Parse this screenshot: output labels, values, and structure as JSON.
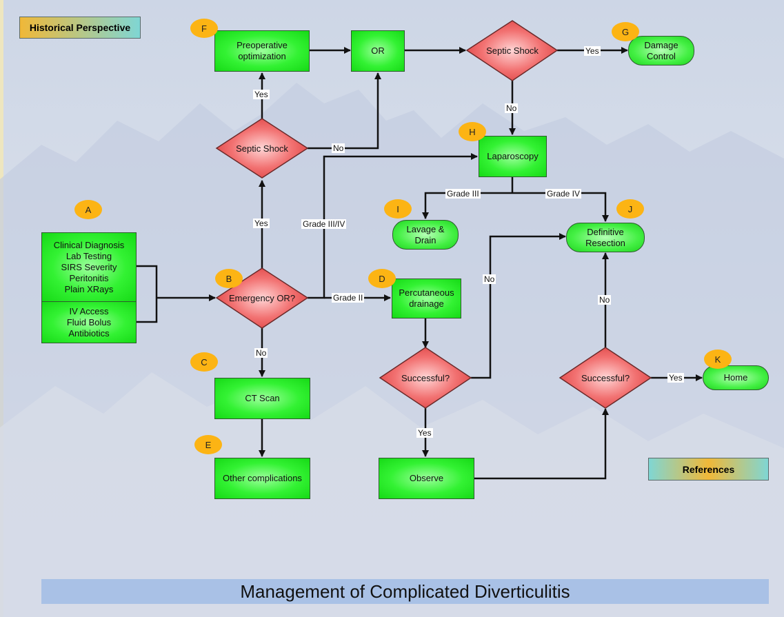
{
  "title": "Management of Complicated Diverticulitis",
  "buttons": {
    "historical": "Historical Perspective",
    "references": "References"
  },
  "nodes": {
    "clinical": [
      "Clinical Diagnosis",
      "Lab Testing",
      "SIRS Severity",
      "Peritonitis",
      "Plain XRays"
    ],
    "iv": [
      "IV Access",
      "Fluid Bolus",
      "Antibiotics"
    ],
    "emergency_or": "Emergency OR?",
    "septic_shock_left": "Septic Shock",
    "preop": [
      "Preoperative",
      "optimization"
    ],
    "or": "OR",
    "septic_shock_top": "Septic Shock",
    "damage_control": [
      "Damage",
      "Control"
    ],
    "laparoscopy": "Laparoscopy",
    "lavage_drain": [
      "Lavage &",
      "Drain"
    ],
    "definitive_resection": [
      "Definitive",
      "Resection"
    ],
    "perc_drainage": [
      "Percutaneous",
      "drainage"
    ],
    "successful_mid": "Successful?",
    "successful_right": "Successful?",
    "home": "Home",
    "ct_scan": "CT Scan",
    "other_comp": "Other complications",
    "observe": "Observe"
  },
  "badges": {
    "a": "A",
    "b": "B",
    "c": "C",
    "d": "D",
    "e": "E",
    "f": "F",
    "g": "G",
    "h": "H",
    "i": "I",
    "j": "J",
    "k": "K"
  },
  "edge_labels": {
    "yes_preop": "Yes",
    "yes_emerg": "Yes",
    "no_septic_left": "No",
    "grade34": "Grade III/IV",
    "grade2": "Grade II",
    "no_ct": "No",
    "yes_damage": "Yes",
    "no_septic_top": "No",
    "grade3": "Grade III",
    "grade4": "Grade IV",
    "no_success_mid": "No",
    "yes_observe": "Yes",
    "no_success_right": "No",
    "yes_home": "Yes"
  },
  "colors": {
    "box_green": "#33f233",
    "diamond_red": "#f06a6a",
    "badge": "#fcb414",
    "title_bar": "#a9c1e6",
    "line": "#111111"
  }
}
